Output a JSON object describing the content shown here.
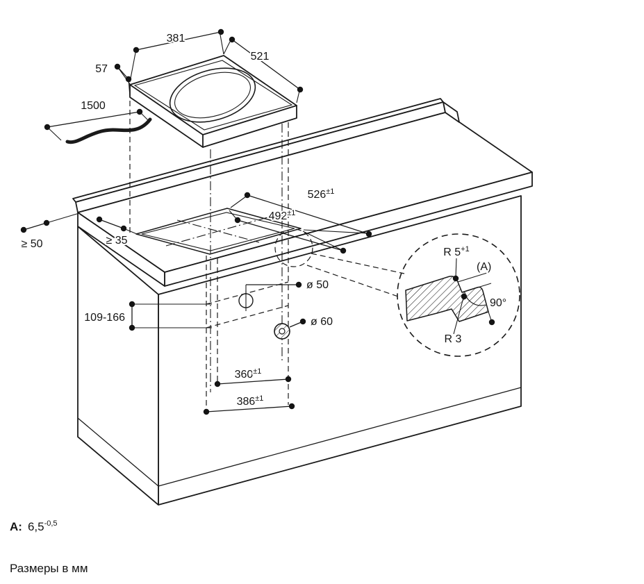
{
  "page": {
    "background": "#ffffff",
    "line_color": "#1a1a1a"
  },
  "figure": {
    "dimensions": {
      "hob_width": {
        "value": "381"
      },
      "hob_depth": {
        "value": "521"
      },
      "hob_thickness": {
        "value": "57"
      },
      "cable_length": {
        "value": "1500"
      },
      "cutout_depth": {
        "value": "526",
        "tol": "±1"
      },
      "cutout_width": {
        "value": "492",
        "tol": "±1"
      },
      "min_clearance_side": {
        "value": "≥ 50"
      },
      "min_clearance_front": {
        "value": "≥ 35"
      },
      "installation_depth": {
        "value": "109-166"
      },
      "mains_knockout": {
        "value": "ø 50"
      },
      "grommet_hole": {
        "value": "ø 60"
      },
      "fixing_360": {
        "value": "360",
        "tol": "±1"
      },
      "fixing_386": {
        "value": "386",
        "tol": "±1"
      }
    },
    "edge_detail": {
      "radius_top": {
        "value": "R 5",
        "tol": "+1"
      },
      "reference": "(A)",
      "angle": "90°",
      "radius_bottom": "R 3"
    }
  },
  "footer": {
    "a_key": "A:",
    "a_value": "6,5",
    "a_tolerance": "-0,5",
    "units_note": "Размеры в мм"
  }
}
